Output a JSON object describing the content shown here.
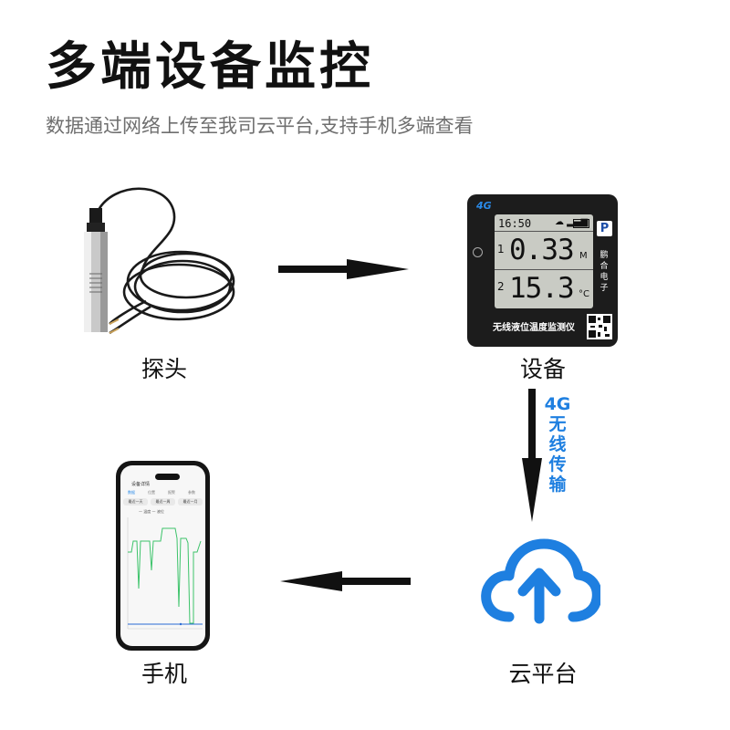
{
  "header": {
    "title": "多端设备监控",
    "subtitle": "数据通过网络上传至我司云平台,支持手机多端查看"
  },
  "nodes": {
    "probe": "探头",
    "device": "设备",
    "phone": "手机",
    "cloud": "云平台"
  },
  "link": [
    "4G",
    "无",
    "线",
    "传",
    "输"
  ],
  "device": {
    "badge": "4G",
    "time": "16:50",
    "channel1": "1",
    "value1": "0.33",
    "unit1": "M",
    "channel2": "2",
    "value2": "15.3",
    "unit2": "°C",
    "logo": "P",
    "brand": [
      "鹏",
      "合",
      "电",
      "子"
    ],
    "name": "无线液位温度监测仪"
  },
  "phone_app": {
    "title": "设备详情",
    "tabs": [
      "数据",
      "位置",
      "报警",
      "参数"
    ],
    "filters": [
      "最近一天",
      "最近一周",
      "最近一月"
    ],
    "legend": "— 温度   — 液位"
  },
  "colors": {
    "accent": "#1e7fe0",
    "arrow": "#111111",
    "chart_green": "#3cc36a",
    "chart_blue": "#2a6bd6"
  }
}
